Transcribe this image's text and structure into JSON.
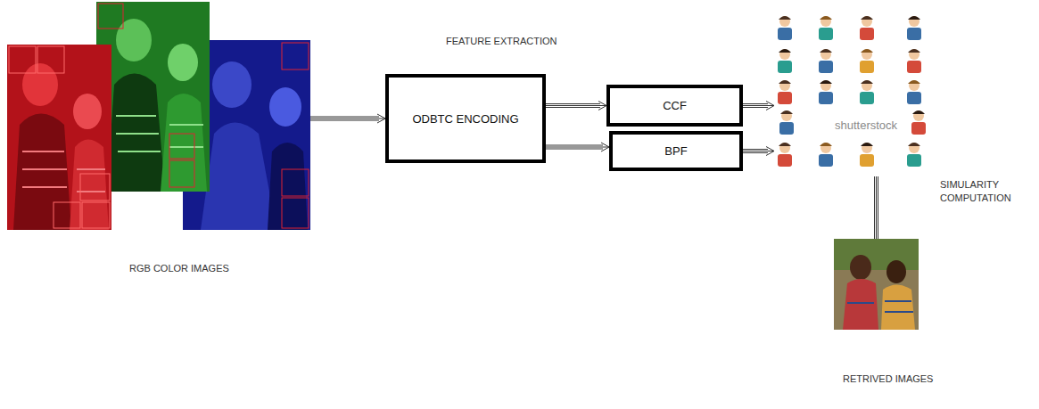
{
  "diagram": {
    "nodes": [
      {
        "text": [
          "RGB COLOR IMAGES"
        ]
      },
      {
        "text": [
          "ODBTC ENCODING"
        ]
      },
      {
        "text": [
          "CCF"
        ]
      },
      {
        "text": [
          "BPF"
        ]
      },
      {
        "text": [
          "SIMULARITY COMPUTATION"
        ]
      },
      {
        "text": [
          "RETRIVED IMAGES"
        ]
      }
    ],
    "edges": [
      {
        "from": 0,
        "to": 1,
        "arrow": "to"
      },
      {
        "from": 1,
        "to": 2,
        "arrow": "to"
      },
      {
        "from": 1,
        "to": 3,
        "arrow": "to"
      },
      {
        "from": 2,
        "to": 4,
        "arrow": "to"
      },
      {
        "from": 3,
        "to": 4,
        "arrow": "to"
      },
      {
        "from": 4,
        "to": 5,
        "arrow": "none"
      }
    ],
    "labels": [
      "FEATURE EXTRACTION",
      "shutterstock"
    ]
  }
}
